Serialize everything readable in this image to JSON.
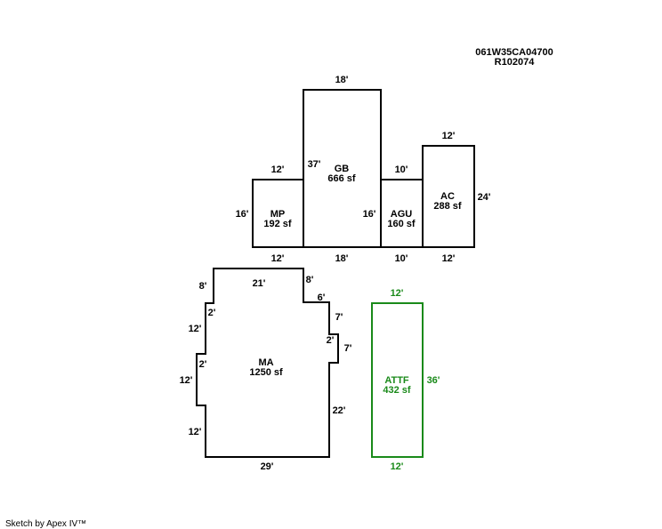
{
  "header": {
    "parcel_id": "061W35CA04700",
    "account_id": "R102074"
  },
  "areas": {
    "gb": {
      "code": "GB",
      "area": "666 sf"
    },
    "mp": {
      "code": "MP",
      "area": "192 sf"
    },
    "agu": {
      "code": "AGU",
      "area": "160 sf"
    },
    "ac": {
      "code": "AC",
      "area": "288 sf"
    },
    "ma": {
      "code": "MA",
      "area": "1250 sf"
    },
    "attf": {
      "code": "ATTF",
      "area": "432 sf"
    }
  },
  "dimensions": {
    "gb_top": "18'",
    "gb_left": "37'",
    "gb_right": "16'",
    "gb_bottom": "18'",
    "mp_top": "12'",
    "mp_left": "16'",
    "mp_bottom": "12'",
    "agu_top": "10'",
    "agu_bottom": "10'",
    "ac_top": "12'",
    "ac_right": "24'",
    "ac_bottom": "12'",
    "ma_top": "21'",
    "ma_left_top": "8'",
    "ma_step1": "2'",
    "ma_left_1": "12'",
    "ma_step2": "2'",
    "ma_left_2": "12'",
    "ma_left_3": "12'",
    "ma_bottom": "29'",
    "ma_right_top": "8'",
    "ma_right_step": "6'",
    "ma_right_1": "7'",
    "ma_right_step2": "2'",
    "ma_right_2": "7'",
    "ma_right_3": "22'",
    "attf_top": "12'",
    "attf_right": "36'",
    "attf_bottom": "12'"
  },
  "footer": {
    "credit": "Sketch by Apex IV™"
  },
  "colors": {
    "outline": "#000000",
    "attf": "#1a8a1a"
  }
}
